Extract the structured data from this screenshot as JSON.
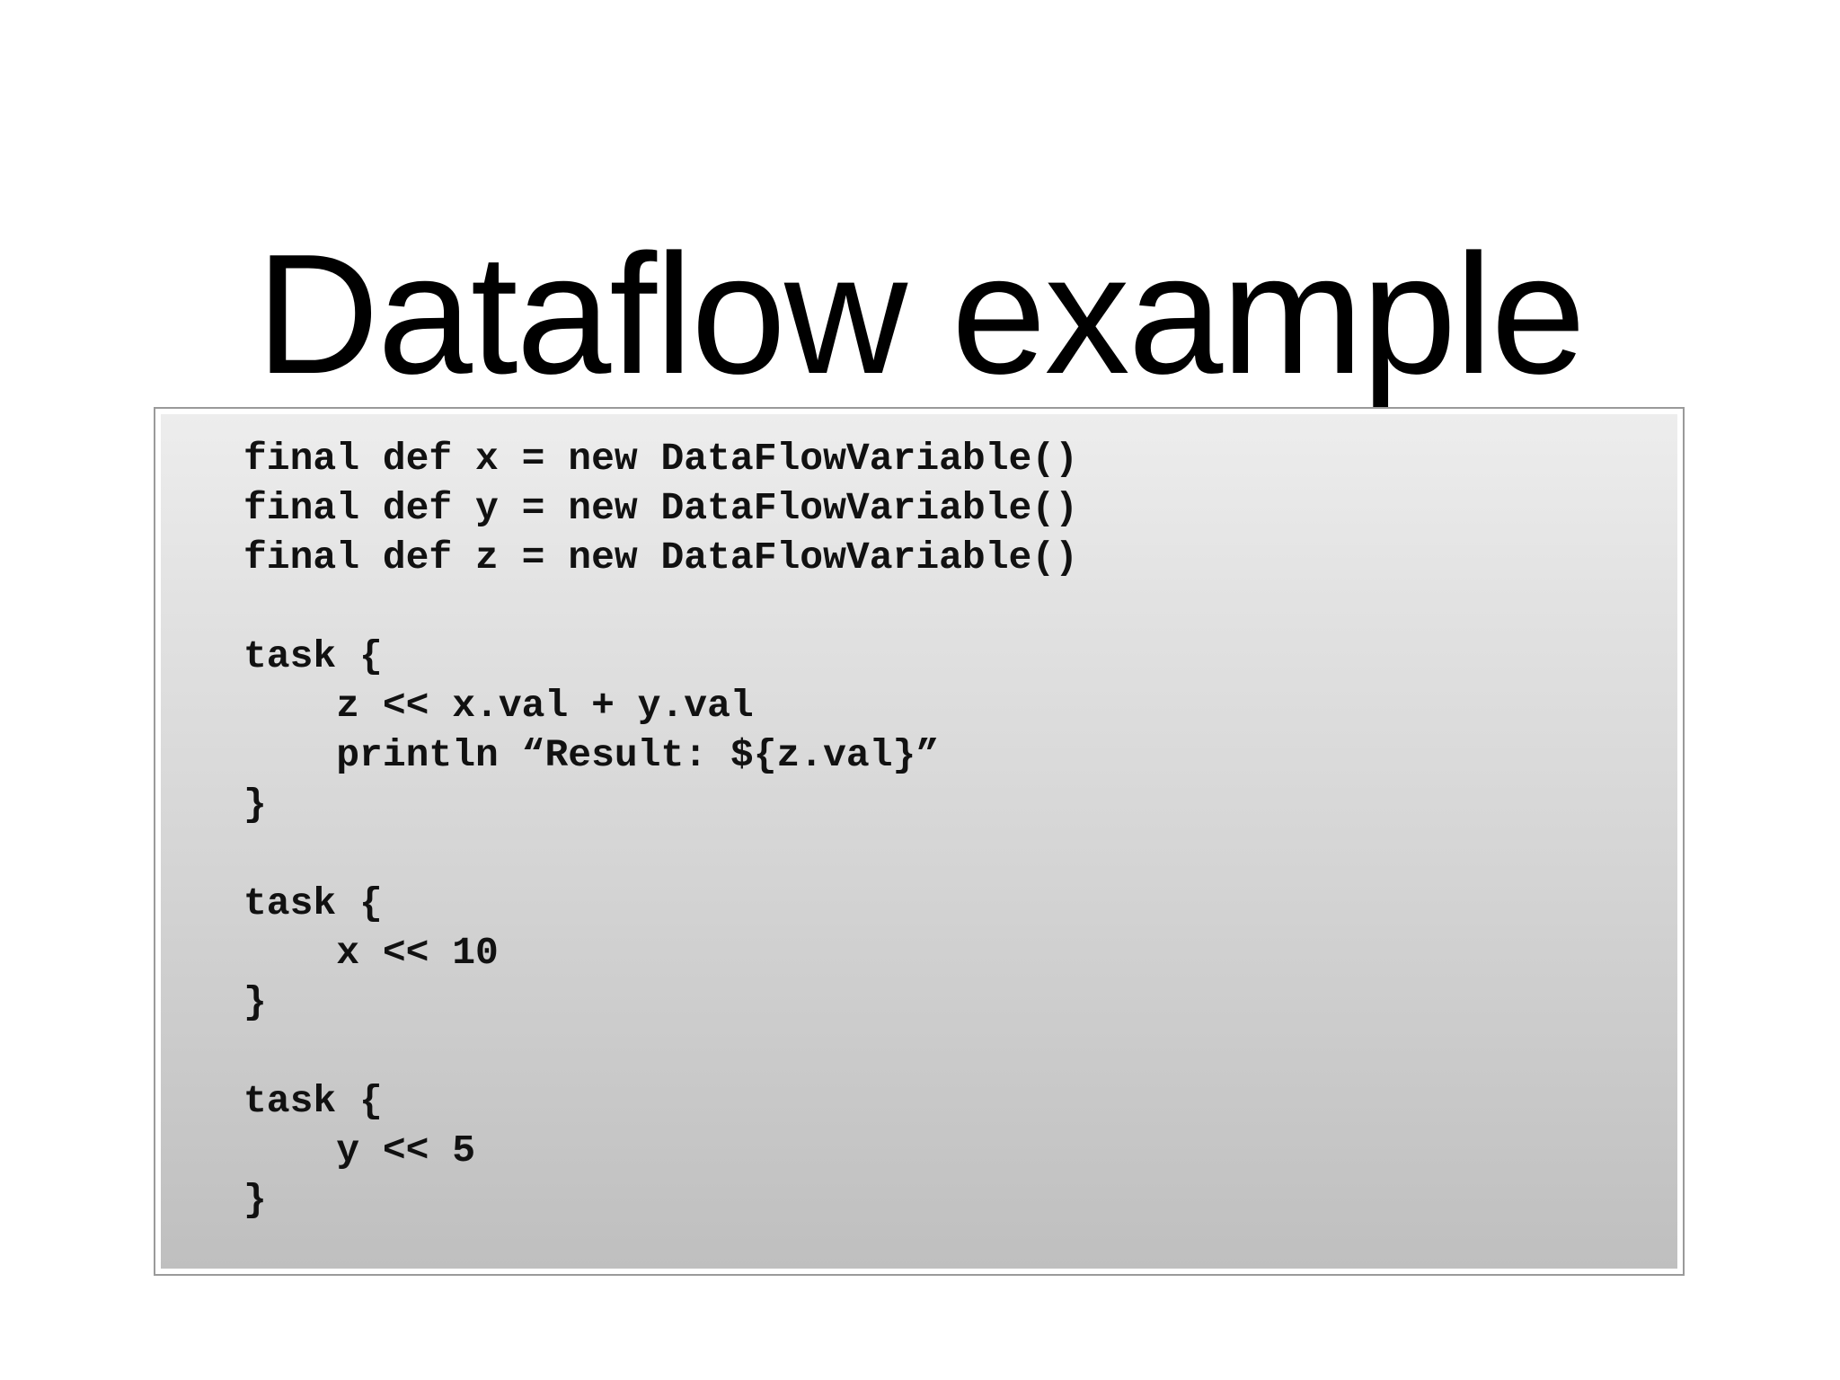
{
  "slide": {
    "title": "Dataflow example",
    "background_color": "#ffffff",
    "title_color": "#000000"
  },
  "code_block": {
    "border_color": "#9a9a9a",
    "gradient_top_color": "#ededed",
    "gradient_bottom_color": "#bfbfbf",
    "text_color": "#111111",
    "language": "groovy",
    "lines": [
      "final def x = new DataFlowVariable()",
      "final def y = new DataFlowVariable()",
      "final def z = new DataFlowVariable()",
      "",
      "task {",
      "    z << x.val + y.val",
      "    println “Result: ${z.val}”",
      "}",
      "",
      "task {",
      "    x << 10",
      "}",
      "",
      "task {",
      "    y << 5",
      "}"
    ]
  }
}
